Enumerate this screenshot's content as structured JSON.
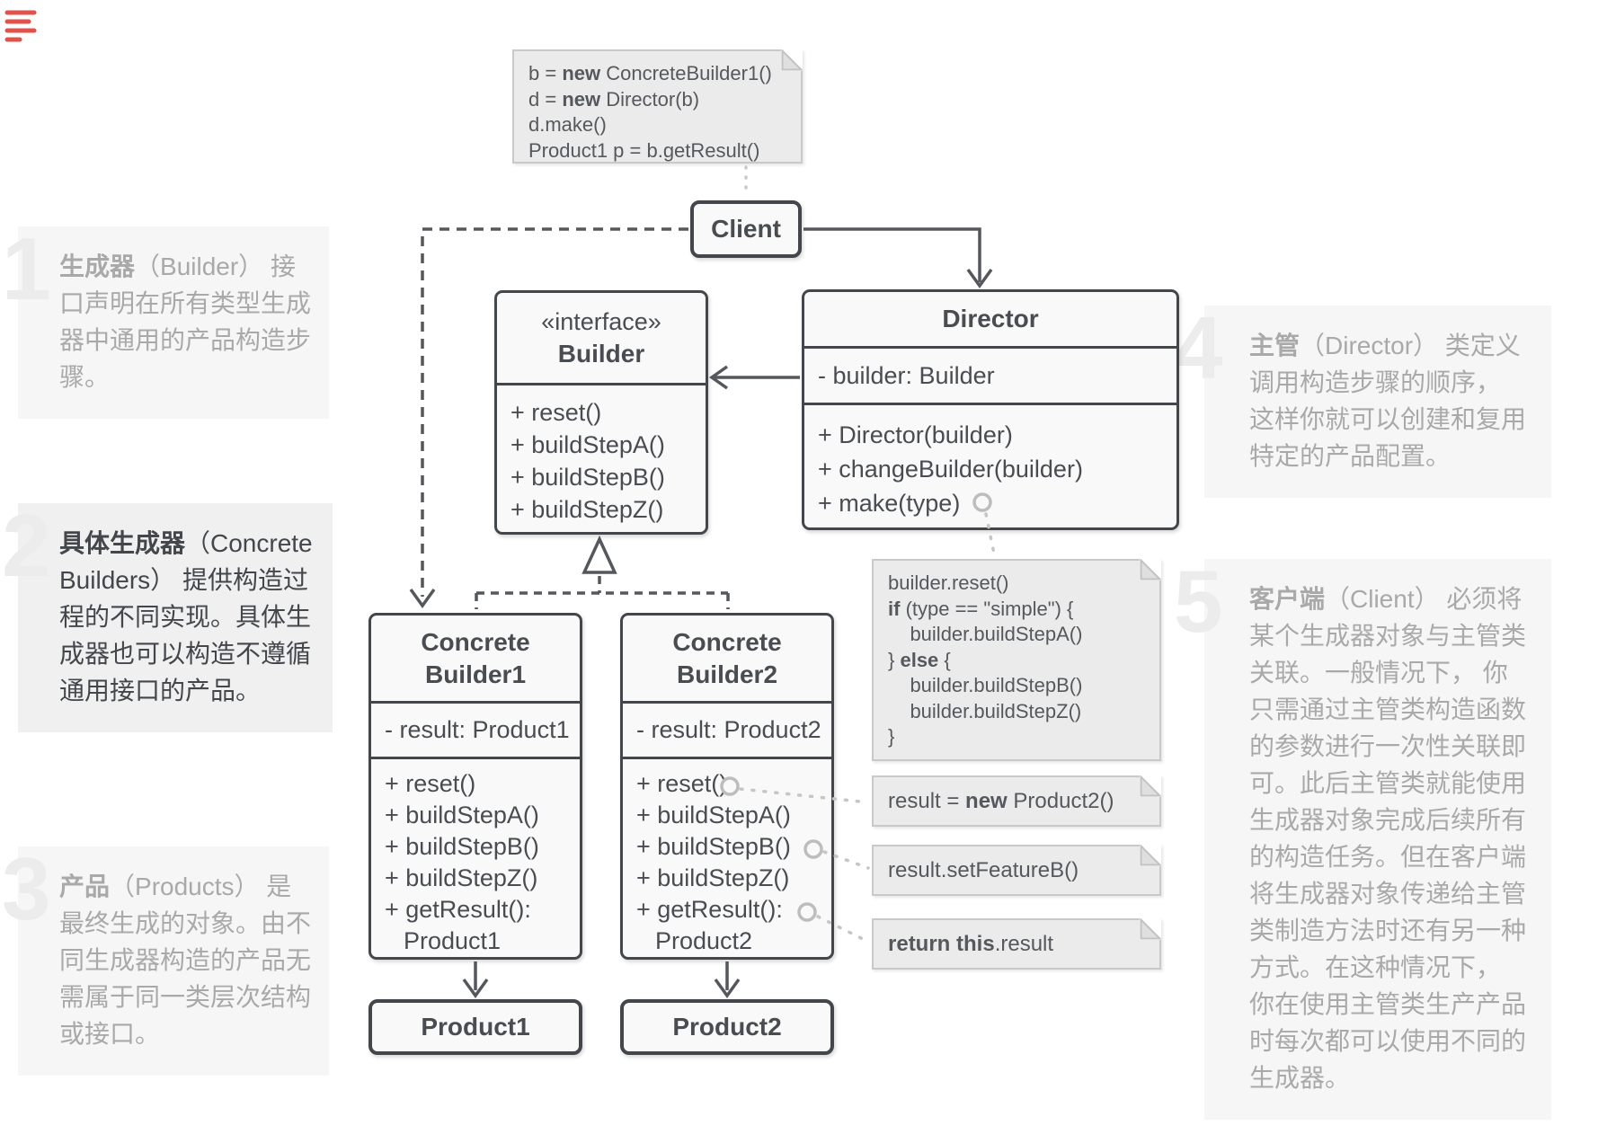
{
  "colors": {
    "box_border": "#43464b",
    "box_fill": "#f9f9f9",
    "box_text": "#494c51",
    "note_fill": "#ebebeb",
    "note_border": "#c9c9c9",
    "note_text": "#55585d",
    "arrow_dark": "#54575c",
    "connector_light": "#c6c6c6",
    "annotation_light_text": "#a9a9a9",
    "annotation_dark_text": "#43464b",
    "annotation_number": "#ececec",
    "menu_icon_red": "#e0534a"
  },
  "top_note": {
    "lines": [
      {
        "pre": "b = ",
        "bold": "new",
        "post": " ConcreteBuilder1()"
      },
      {
        "pre": "d = ",
        "bold": "new",
        "post": " Director(b)"
      },
      {
        "pre": "d.make()",
        "bold": "",
        "post": ""
      },
      {
        "pre": "Product1 p = b.getResult()",
        "bold": "",
        "post": ""
      }
    ]
  },
  "client": {
    "label": "Client"
  },
  "director": {
    "title": "Director",
    "attr": "- builder: Builder",
    "methods": [
      "+ Director(builder)",
      "+ changeBuilder(builder)",
      "+ make(type)"
    ]
  },
  "builder": {
    "stereotype": "«interface»",
    "title": "Builder",
    "methods": [
      "+ reset()",
      "+ buildStepA()",
      "+ buildStepB()",
      "+ buildStepZ()"
    ]
  },
  "concrete_builder1": {
    "title1": "Concrete",
    "title2": "Builder1",
    "attr": "- result: Product1",
    "methods": [
      "+ reset()",
      "+ buildStepA()",
      "+ buildStepB()",
      "+ buildStepZ()",
      "+ getResult():"
    ],
    "method_cont": "Product1"
  },
  "concrete_builder2": {
    "title1": "Concrete",
    "title2": "Builder2",
    "attr": "- result: Product2",
    "methods": [
      "+ reset()",
      "+ buildStepA()",
      "+ buildStepB()",
      "+ buildStepZ()",
      "+ getResult():"
    ],
    "method_cont": "Product2"
  },
  "product1": {
    "label": "Product1"
  },
  "product2": {
    "label": "Product2"
  },
  "note_make": {
    "lines": [
      {
        "pre": "builder.reset()",
        "bold": "",
        "post": ""
      },
      {
        "pre": "",
        "bold": "if",
        "post": " (type == \"simple\") {"
      },
      {
        "pre": "    builder.buildStepA()",
        "bold": "",
        "post": ""
      },
      {
        "pre": "} ",
        "bold": "else",
        "post": " {"
      },
      {
        "pre": "    builder.buildStepB()",
        "bold": "",
        "post": ""
      },
      {
        "pre": "    builder.buildStepZ()",
        "bold": "",
        "post": ""
      },
      {
        "pre": "}",
        "bold": "",
        "post": ""
      }
    ]
  },
  "note_new_product": {
    "pre": "result = ",
    "bold": "new",
    "post": " Product2()"
  },
  "note_set_feature": {
    "pre": "result.setFeatureB()",
    "bold": "",
    "post": ""
  },
  "note_return": {
    "pre": "",
    "bold": "return this",
    "post": ".result"
  },
  "annotations": [
    {
      "num": "1",
      "lead": "生成器",
      "rest": "（Builder） 接口声明在所有类型生成器中通用的产品构造步骤。"
    },
    {
      "num": "2",
      "lead": "具体生成器",
      "rest": "（Concrete Builders） 提供构造过程的不同实现。具体生成器也可以构造不遵循通用接口的产品。"
    },
    {
      "num": "3",
      "lead": "产品",
      "rest": "（Products） 是最终生成的对象。由不同生成器构造的产品无需属于同一类层次结构或接口。"
    },
    {
      "num": "4",
      "lead": "主管",
      "rest": "（Director） 类定义调用构造步骤的顺序， 这样你就可以创建和复用特定的产品配置。"
    },
    {
      "num": "5",
      "lead": "客户端",
      "rest": "（Client） 必须将某个生成器对象与主管类关联。一般情况下， 你只需通过主管类构造函数的参数进行一次性关联即可。此后主管类就能使用生成器对象完成后续所有的构造任务。但在客户端将生成器对象传递给主管类制造方法时还有另一种方式。在这种情况下， 你在使用主管类生产产品时每次都可以使用不同的生成器。"
    }
  ]
}
